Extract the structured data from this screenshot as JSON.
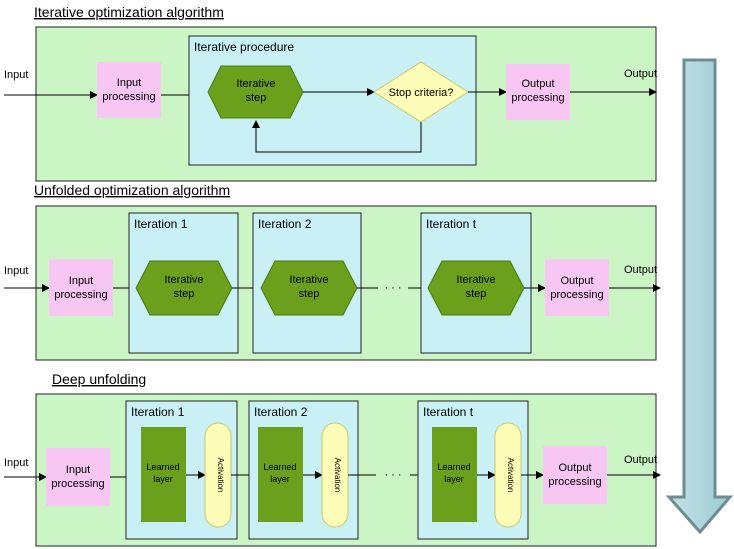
{
  "sections": [
    {
      "title": "Iterative optimization  algorithm",
      "input_label": "Input",
      "output_label": "Output",
      "input_processing": [
        "Input",
        "processing"
      ],
      "procedure_title": "Iterative procedure",
      "iterative_step": [
        "Iterative",
        "step"
      ],
      "stop_criteria": "Stop criteria?",
      "output_processing": [
        "Output",
        "processing"
      ]
    },
    {
      "title": "Unfolded optimization algorithm",
      "input_label": "Input",
      "output_label": "Output",
      "input_processing": [
        "Input",
        "processing"
      ],
      "iterations": [
        {
          "label": "Iteration 1",
          "step": [
            "Iterative",
            "step"
          ]
        },
        {
          "label": "Iteration 2",
          "step": [
            "Iterative",
            "step"
          ]
        },
        {
          "label": "Iteration t",
          "step": [
            "Iterative",
            "step"
          ]
        }
      ],
      "ellipsis": "· · ·",
      "output_processing": [
        "Output",
        "processing"
      ]
    },
    {
      "title": "Deep unfolding",
      "input_label": "Input",
      "output_label": "Output",
      "input_processing": [
        "Input",
        "processing"
      ],
      "iterations": [
        {
          "label": "Iteration 1",
          "layer": [
            "Learned",
            "layer"
          ],
          "activation": "Activation"
        },
        {
          "label": "Iteration 2",
          "layer": [
            "Learned",
            "layer"
          ],
          "activation": "Activation"
        },
        {
          "label": "Iteration t",
          "layer": [
            "Learned",
            "layer"
          ],
          "activation": "Activation"
        }
      ],
      "ellipsis": "· · ·",
      "output_processing": [
        "Output",
        "processing"
      ]
    }
  ],
  "colors": {
    "section_bg": "#ccf5c5",
    "procedure_bg": "#c9f1f5",
    "process_box": "#f7c6f3",
    "hexagon": "#6aa01c",
    "diamond": "#fdfdb8",
    "learned_layer": "#6aa01c",
    "activation": "#fdfdb8",
    "big_arrow": "#a9d3d9"
  }
}
